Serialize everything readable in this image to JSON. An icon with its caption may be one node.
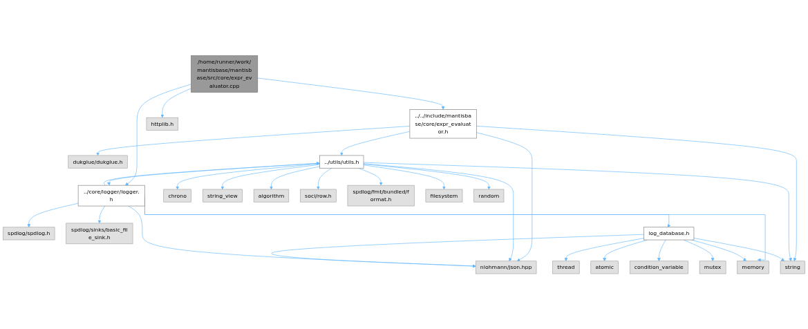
{
  "diagram": {
    "nodes": [
      {
        "text": [
          "/home/runner/work/mantisbase/mantisbase/src/core/expr_evaluator.cpp"
        ]
      },
      {
        "text": [
          "../../include/mantisbase/core/expr_evaluator.h"
        ]
      },
      {
        "text": [
          "httplib.h"
        ]
      },
      {
        "text": [
          "dukglue/dukglue.h"
        ]
      },
      {
        "text": [
          "../utils/utils.h"
        ]
      },
      {
        "text": [
          "../core/logger/logger.h"
        ]
      },
      {
        "text": [
          "chrono"
        ]
      },
      {
        "text": [
          "string_view"
        ]
      },
      {
        "text": [
          "algorithm"
        ]
      },
      {
        "text": [
          "soci/row.h"
        ]
      },
      {
        "text": [
          "spdlog/fmt/bundled/format.h"
        ]
      },
      {
        "text": [
          "filesystem"
        ]
      },
      {
        "text": [
          "random"
        ]
      },
      {
        "text": [
          "spdlog/spdlog.h"
        ]
      },
      {
        "text": [
          "spdlog/sinks/basic_file_sink.h"
        ]
      },
      {
        "text": [
          "log_database.h"
        ]
      },
      {
        "text": [
          "nlohmann/json.hpp"
        ]
      },
      {
        "text": [
          "thread"
        ]
      },
      {
        "text": [
          "atomic"
        ]
      },
      {
        "text": [
          "condition_variable"
        ]
      },
      {
        "text": [
          "mutex"
        ]
      },
      {
        "text": [
          "memory"
        ]
      },
      {
        "text": [
          "string"
        ]
      }
    ],
    "edges": [
      {
        "from": 0,
        "to": 1,
        "arrow": "to"
      },
      {
        "from": 0,
        "to": 2,
        "arrow": "to"
      },
      {
        "from": 0,
        "to": 5,
        "arrow": "to"
      },
      {
        "from": 1,
        "to": 16,
        "arrow": "to"
      },
      {
        "from": 1,
        "to": 3,
        "arrow": "to"
      },
      {
        "from": 1,
        "to": 4,
        "arrow": "to"
      },
      {
        "from": 1,
        "to": 22,
        "arrow": "to"
      },
      {
        "from": 4,
        "to": 5,
        "arrow": "to"
      },
      {
        "from": 4,
        "to": 16,
        "arrow": "to"
      },
      {
        "from": 4,
        "to": 6,
        "arrow": "to"
      },
      {
        "from": 4,
        "to": 7,
        "arrow": "to"
      },
      {
        "from": 4,
        "to": 8,
        "arrow": "to"
      },
      {
        "from": 4,
        "to": 9,
        "arrow": "to"
      },
      {
        "from": 4,
        "to": 10,
        "arrow": "to"
      },
      {
        "from": 4,
        "to": 11,
        "arrow": "to"
      },
      {
        "from": 4,
        "to": 12,
        "arrow": "to"
      },
      {
        "from": 4,
        "to": 22,
        "arrow": "to"
      },
      {
        "from": 5,
        "to": 4,
        "arrow": "to"
      },
      {
        "from": 5,
        "to": 13,
        "arrow": "to"
      },
      {
        "from": 5,
        "to": 14,
        "arrow": "to"
      },
      {
        "from": 5,
        "to": 15,
        "arrow": "to"
      },
      {
        "from": 5,
        "to": 16,
        "arrow": "to"
      },
      {
        "from": 5,
        "to": 21,
        "arrow": "to"
      },
      {
        "from": 15,
        "to": 16,
        "arrow": "to"
      },
      {
        "from": 15,
        "to": 17,
        "arrow": "to"
      },
      {
        "from": 15,
        "to": 18,
        "arrow": "to"
      },
      {
        "from": 15,
        "to": 19,
        "arrow": "to"
      },
      {
        "from": 15,
        "to": 20,
        "arrow": "to"
      },
      {
        "from": 15,
        "to": 21,
        "arrow": "to"
      },
      {
        "from": 15,
        "to": 22,
        "arrow": "to"
      }
    ]
  }
}
